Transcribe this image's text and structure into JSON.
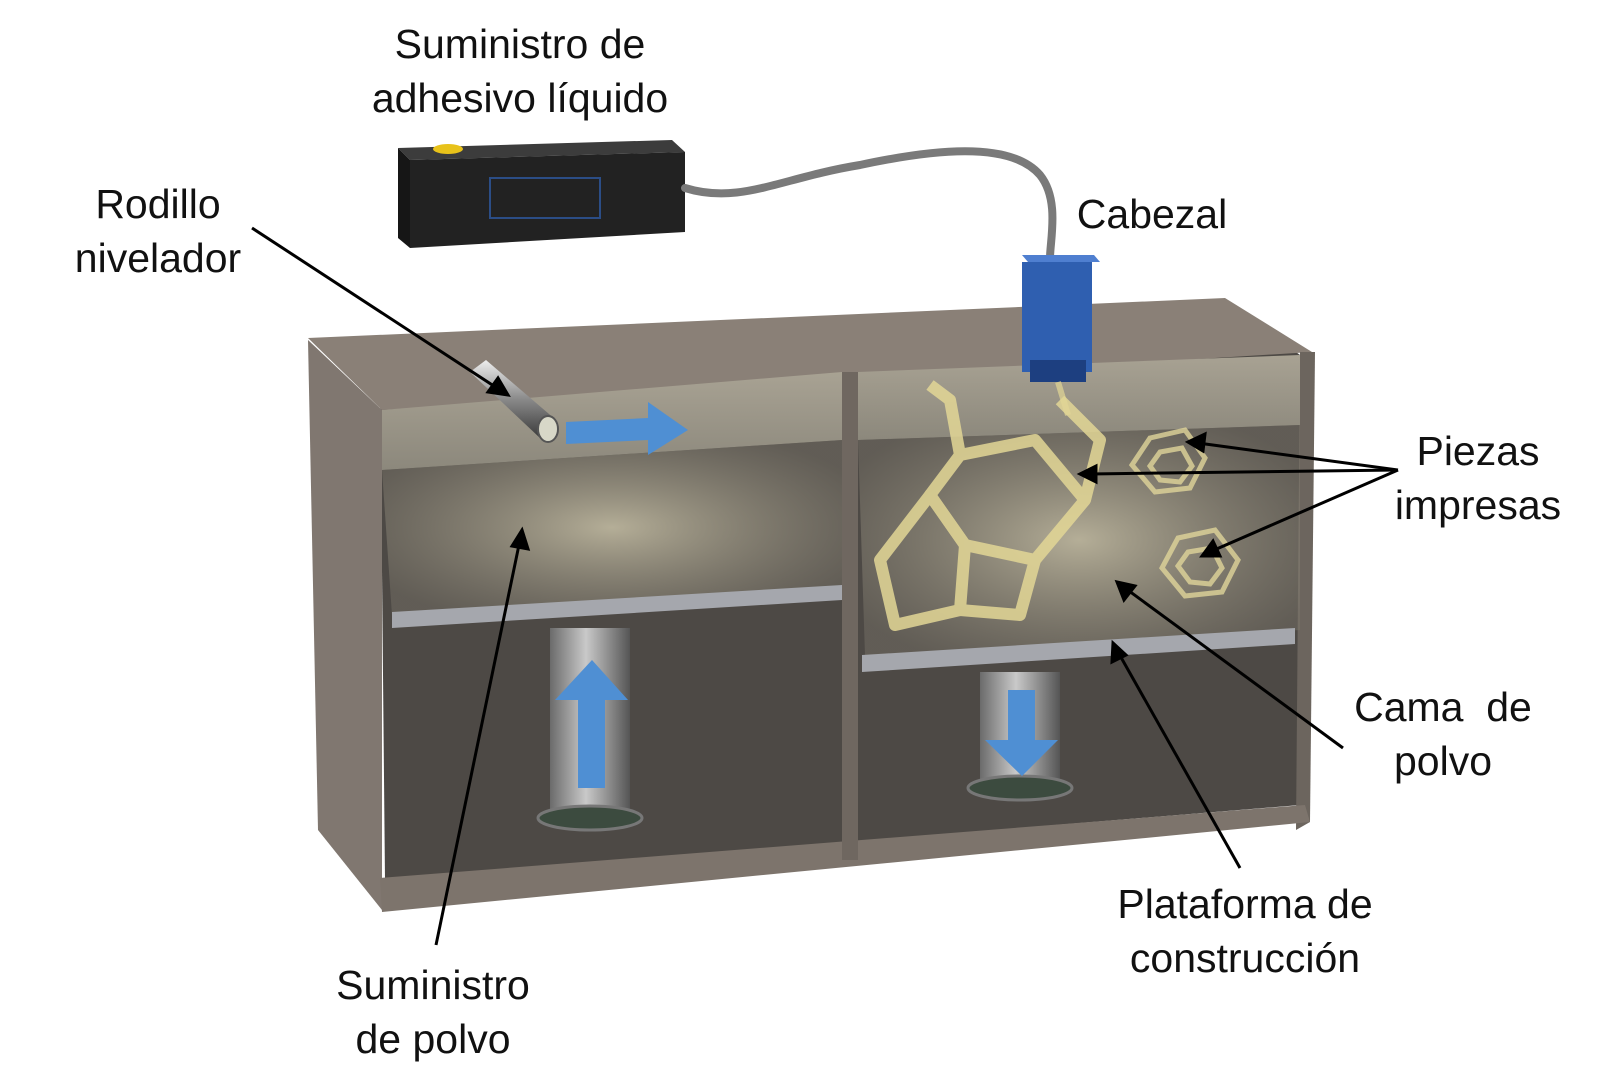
{
  "labels": {
    "adhesive_supply": [
      "Suministro de",
      "adhesivo líquido"
    ],
    "leveling_roller": [
      "Rodillo",
      "nivelador"
    ],
    "printhead": [
      "Cabezal"
    ],
    "printed_parts": [
      "Piezas",
      "impresas"
    ],
    "powder_bed": [
      "Cama  de",
      "polvo"
    ],
    "build_platform": [
      "Plataforma de",
      "construcción"
    ],
    "powder_supply": [
      "Suministro",
      "de polvo"
    ]
  },
  "colors": {
    "frame": "#7d746c",
    "frame_dark": "#4f4943",
    "interior": "#5a5551",
    "powder": "#b9b3a4",
    "arrow": "#4f8fd3",
    "printhead": "#2f5fb0",
    "reservoir": "#222222",
    "printed_parts": "#e8dc9a",
    "leader": "#000000"
  },
  "icons": {
    "motion_right": "arrow-right-icon",
    "motion_up": "arrow-up-icon",
    "motion_down": "arrow-down-icon"
  }
}
